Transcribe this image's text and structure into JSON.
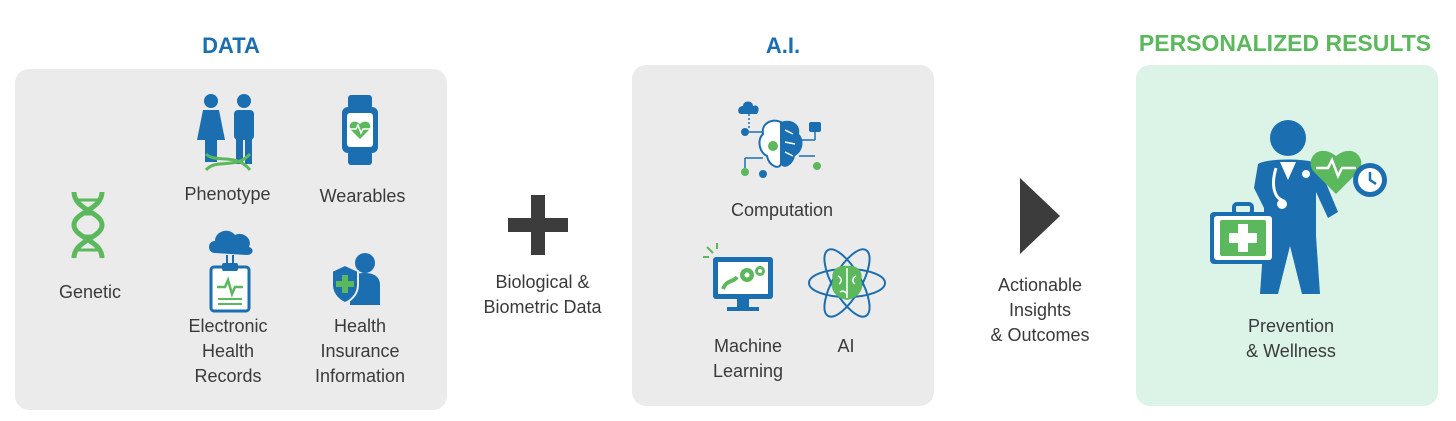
{
  "colors": {
    "blue": "#1b6fb0",
    "green": "#5cb85c",
    "panel_gray": "#ebebeb",
    "panel_green": "#dcf3e7",
    "arrow": "#3c3c3c"
  },
  "data_section": {
    "title": "DATA",
    "items": {
      "genetic": {
        "label": "Genetic",
        "icon": "dna-icon"
      },
      "phenotype": {
        "label": "Phenotype",
        "icon": "people-dna-icon"
      },
      "wearables": {
        "label": "Wearables",
        "icon": "smartwatch-icon"
      },
      "ehr": {
        "label_lines": [
          "Electronic",
          "Health",
          "Records"
        ],
        "icon": "cloud-clipboard-icon"
      },
      "insurance": {
        "label_lines": [
          "Health",
          "Insurance",
          "Information"
        ],
        "icon": "shield-person-icon"
      }
    }
  },
  "plus_connector": {
    "label_lines": [
      "Biological &",
      "Biometric Data"
    ],
    "icon": "plus-icon"
  },
  "ai_section": {
    "title": "A.I.",
    "items": {
      "computation": {
        "label": "Computation",
        "icon": "brain-circuit-icon"
      },
      "machine_learning": {
        "label_lines": [
          "Machine",
          "Learning"
        ],
        "icon": "monitor-gears-icon"
      },
      "ai": {
        "label": "AI",
        "icon": "brain-atom-icon"
      }
    }
  },
  "arrow_connector": {
    "label_lines": [
      "Actionable",
      "Insights",
      "& Outcomes"
    ],
    "icon": "play-arrow-icon"
  },
  "results_section": {
    "title": "PERSONALIZED RESULTS",
    "item": {
      "label_lines": [
        "Prevention",
        "& Wellness"
      ],
      "icon": "doctor-heart-icon"
    }
  }
}
